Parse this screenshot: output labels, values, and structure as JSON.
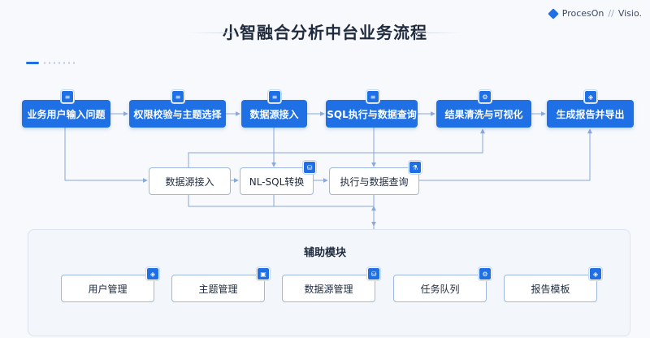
{
  "title": "小智融合分析中台业务流程",
  "brand": {
    "name": "ProcesOn",
    "separator": "//",
    "partner": "Visio."
  },
  "main_flow": [
    {
      "id": "m1",
      "label": "业务用户输入问题",
      "icon": "document-icon"
    },
    {
      "id": "m2",
      "label": "权限校验与主题选择",
      "icon": "document-icon"
    },
    {
      "id": "m3",
      "label": "数据源接入",
      "icon": "document-icon"
    },
    {
      "id": "m4",
      "label": "SQL执行与数据查询",
      "icon": "document-icon"
    },
    {
      "id": "m5",
      "label": "结果清洗与可视化",
      "icon": "gear-icon"
    },
    {
      "id": "m6",
      "label": "生成报告并导出",
      "icon": "shield-icon"
    }
  ],
  "sub_flow": [
    {
      "id": "s1",
      "label": "数据源接入",
      "icon": ""
    },
    {
      "id": "s2",
      "label": "NL-SQL转换",
      "icon": "database-icon"
    },
    {
      "id": "s3",
      "label": "执行与数据查询",
      "icon": "flask-icon"
    }
  ],
  "aux": {
    "title": "辅助模块",
    "modules": [
      {
        "id": "a1",
        "label": "用户管理",
        "icon": "shield-icon"
      },
      {
        "id": "a2",
        "label": "主题管理",
        "icon": "lock-icon"
      },
      {
        "id": "a3",
        "label": "数据源管理",
        "icon": "database-icon"
      },
      {
        "id": "a4",
        "label": "任务队列",
        "icon": "gear-icon"
      },
      {
        "id": "a5",
        "label": "报告模板",
        "icon": "shield-icon"
      }
    ]
  },
  "colors": {
    "primary": "#1f6fe5",
    "line": "#8aa8d8",
    "text": "#1f2a3d"
  }
}
